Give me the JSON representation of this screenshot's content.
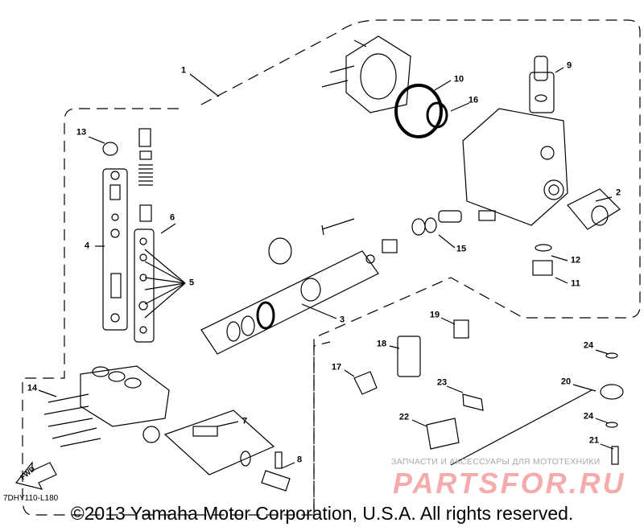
{
  "diagram": {
    "drawing_code": "7DHY110-L180",
    "copyright": "©2013 Yamaha Motor Corporation, U.S.A. All rights reserved.",
    "direction_label": "FWD",
    "watermark": {
      "tagline": "ЗАПЧАСТИ И АКСЕССУАРЫ ДЛЯ МОТОТЕХНИКИ",
      "brand": "PARTSFOR.RU"
    },
    "callouts": [
      "1",
      "2",
      "3",
      "4",
      "5",
      "6",
      "7",
      "8",
      "9",
      "10",
      "11",
      "12",
      "13",
      "14",
      "15",
      "16",
      "17",
      "18",
      "19",
      "20",
      "21",
      "22",
      "23",
      "24",
      "24"
    ]
  }
}
